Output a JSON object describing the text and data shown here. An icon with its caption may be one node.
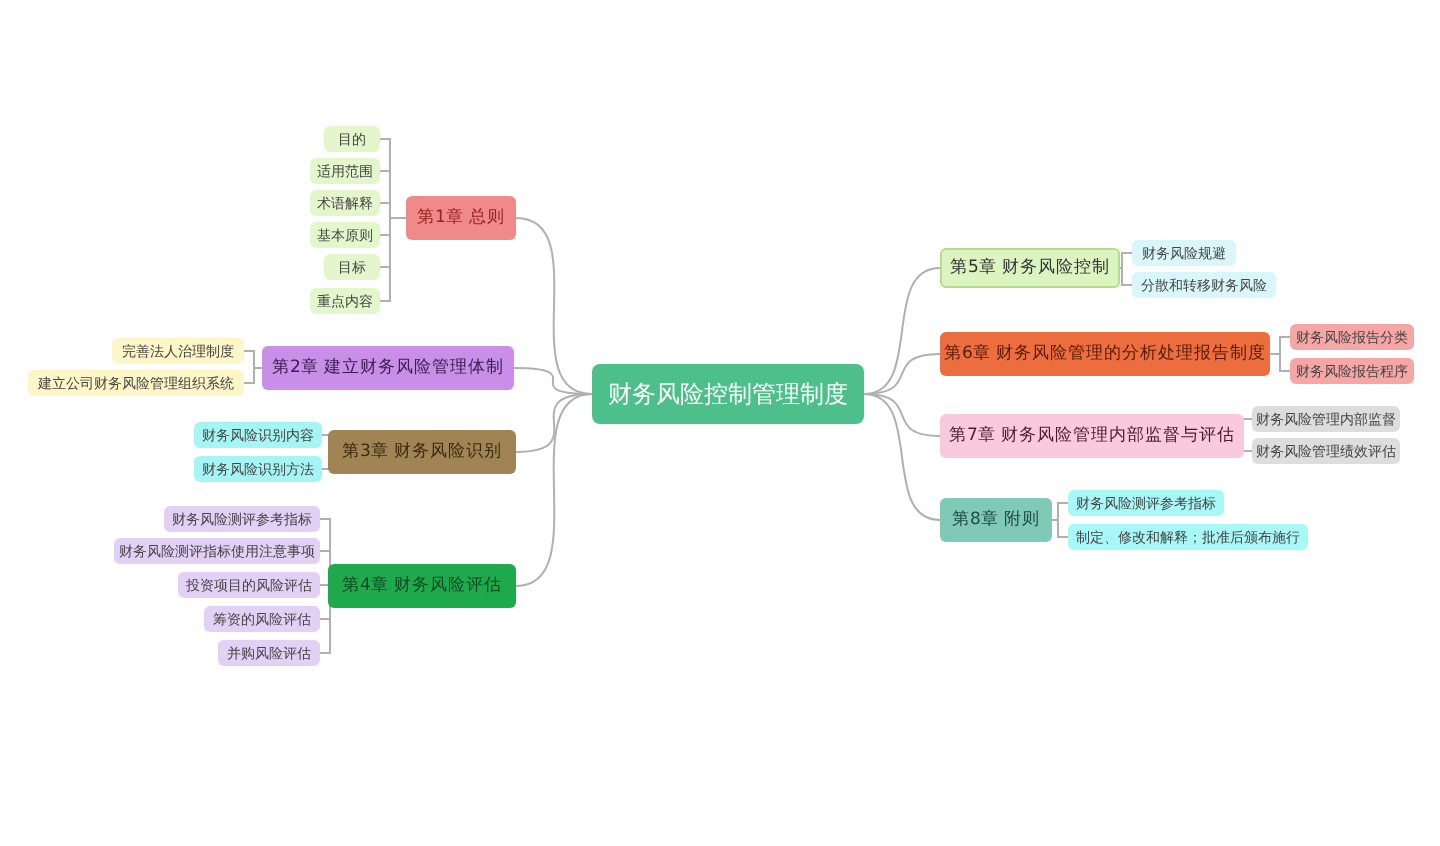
{
  "diagram": {
    "nodes": [
      {
        "text": [
          "财务风险控制管理制度"
        ]
      },
      {
        "text": [
          "第1章  总则"
        ]
      },
      {
        "text": [
          "目的"
        ]
      },
      {
        "text": [
          "适用范围"
        ]
      },
      {
        "text": [
          "术语解释"
        ]
      },
      {
        "text": [
          "基本原则"
        ]
      },
      {
        "text": [
          "目标"
        ]
      },
      {
        "text": [
          "重点内容"
        ]
      },
      {
        "text": [
          "第2章  建立财务风险管理体制"
        ]
      },
      {
        "text": [
          "完善法人治理制度"
        ]
      },
      {
        "text": [
          "建立公司财务风险管理组织系统"
        ]
      },
      {
        "text": [
          "第3章 财务风险识别"
        ]
      },
      {
        "text": [
          "财务风险识别内容"
        ]
      },
      {
        "text": [
          "财务风险识别方法"
        ]
      },
      {
        "text": [
          "第4章  财务风险评估"
        ]
      },
      {
        "text": [
          "财务风险测评参考指标"
        ]
      },
      {
        "text": [
          "财务风险测评指标使用注意事项"
        ]
      },
      {
        "text": [
          "投资项目的风险评估"
        ]
      },
      {
        "text": [
          "筹资的风险评估"
        ]
      },
      {
        "text": [
          "并购风险评估"
        ]
      },
      {
        "text": [
          "第5章 财务风险控制"
        ]
      },
      {
        "text": [
          "财务风险规避"
        ]
      },
      {
        "text": [
          "分散和转移财务风险"
        ]
      },
      {
        "text": [
          "第6章  财务风险管理的分析处理报告制度"
        ]
      },
      {
        "text": [
          "财务风险报告分类"
        ]
      },
      {
        "text": [
          "财务风险报告程序"
        ]
      },
      {
        "text": [
          "第7章 财务风险管理内部监督与评估"
        ]
      },
      {
        "text": [
          "财务风险管理内部监督"
        ]
      },
      {
        "text": [
          "财务风险管理绩效评估"
        ]
      },
      {
        "text": [
          "第8章 附则"
        ]
      },
      {
        "text": [
          "财务风险测评参考指标"
        ]
      },
      {
        "text": [
          "制定、修改和解释；批准后颁布施行"
        ]
      }
    ],
    "edges": [
      {
        "from": 0,
        "to": 1,
        "arrow": "none"
      },
      {
        "from": 0,
        "to": 8,
        "arrow": "none"
      },
      {
        "from": 0,
        "to": 11,
        "arrow": "none"
      },
      {
        "from": 0,
        "to": 14,
        "arrow": "none"
      },
      {
        "from": 0,
        "to": 20,
        "arrow": "none"
      },
      {
        "from": 0,
        "to": 23,
        "arrow": "none"
      },
      {
        "from": 0,
        "to": 26,
        "arrow": "none"
      },
      {
        "from": 0,
        "to": 29,
        "arrow": "none"
      },
      {
        "from": 1,
        "to": 2,
        "arrow": "none"
      },
      {
        "from": 1,
        "to": 3,
        "arrow": "none"
      },
      {
        "from": 1,
        "to": 4,
        "arrow": "none"
      },
      {
        "from": 1,
        "to": 5,
        "arrow": "none"
      },
      {
        "from": 1,
        "to": 6,
        "arrow": "none"
      },
      {
        "from": 1,
        "to": 7,
        "arrow": "none"
      },
      {
        "from": 8,
        "to": 9,
        "arrow": "none"
      },
      {
        "from": 8,
        "to": 10,
        "arrow": "none"
      },
      {
        "from": 11,
        "to": 12,
        "arrow": "none"
      },
      {
        "from": 11,
        "to": 13,
        "arrow": "none"
      },
      {
        "from": 14,
        "to": 15,
        "arrow": "none"
      },
      {
        "from": 14,
        "to": 16,
        "arrow": "none"
      },
      {
        "from": 14,
        "to": 17,
        "arrow": "none"
      },
      {
        "from": 14,
        "to": 18,
        "arrow": "none"
      },
      {
        "from": 14,
        "to": 19,
        "arrow": "none"
      },
      {
        "from": 20,
        "to": 21,
        "arrow": "none"
      },
      {
        "from": 20,
        "to": 22,
        "arrow": "none"
      },
      {
        "from": 23,
        "to": 24,
        "arrow": "none"
      },
      {
        "from": 23,
        "to": 25,
        "arrow": "none"
      },
      {
        "from": 26,
        "to": 27,
        "arrow": "none"
      },
      {
        "from": 26,
        "to": 28,
        "arrow": "none"
      },
      {
        "from": 29,
        "to": 30,
        "arrow": "none"
      },
      {
        "from": 29,
        "to": 31,
        "arrow": "none"
      }
    ]
  }
}
